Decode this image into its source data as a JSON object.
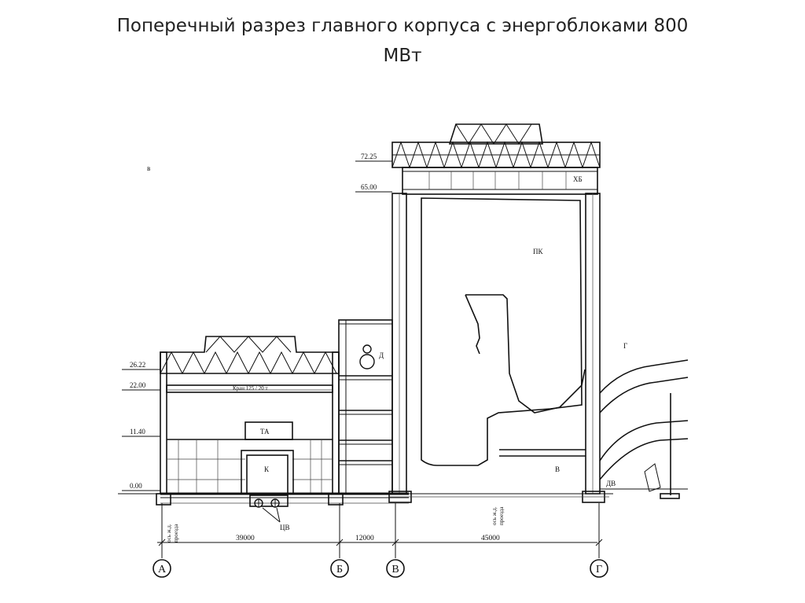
{
  "title": {
    "line1": "Поперечный разрез главного корпуса с энергоблоками 800",
    "line2": "МВт"
  },
  "elevations": {
    "e7225": "72.25",
    "e6500": "65.00",
    "e2622": "26.22",
    "e2200": "22.00",
    "e1140": "11.40",
    "e000": "0.00"
  },
  "labels": {
    "v_left": "в",
    "hb": "ХБ",
    "pk": "ПК",
    "d": "Д",
    "kran": "Кран   125 / 20 т",
    "ta": "ТА",
    "k": "К",
    "tsv": "ЦВ",
    "g": "Г",
    "v_right": "В",
    "dv": "ДВ",
    "rail1": "ось ж.д.",
    "rail2": "проезда"
  },
  "dimensions": {
    "d1": "39000",
    "d2": "12000",
    "d3": "45000"
  },
  "axes": {
    "a": "А",
    "b": "Б",
    "v": "В",
    "g": "Г"
  }
}
